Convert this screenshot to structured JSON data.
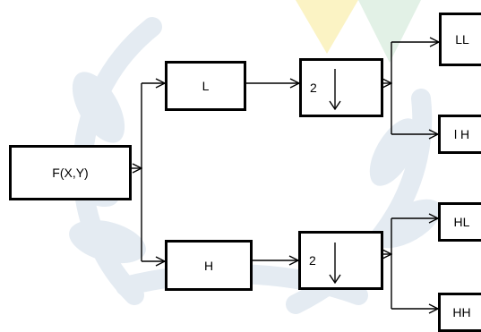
{
  "colors": {
    "background": "#ffffff",
    "line": "#000000",
    "watermark": "#e4ebf2",
    "watermark_yellow": "#fbf3c4",
    "watermark_green": "#e2f1e6"
  },
  "nodes": {
    "input": "F(X,Y)",
    "low_filter": "L",
    "high_filter": "H",
    "downsample_top": "2",
    "downsample_bottom": "2",
    "out_ll": "LL",
    "out_lh": "l H",
    "out_hl": "HL",
    "out_hh": "HH"
  },
  "icons": {
    "downsample_arrow": "down-arrow-icon",
    "edge_arrow": "open-arrowhead-icon",
    "watermark": "leaf-emblem-watermark"
  }
}
